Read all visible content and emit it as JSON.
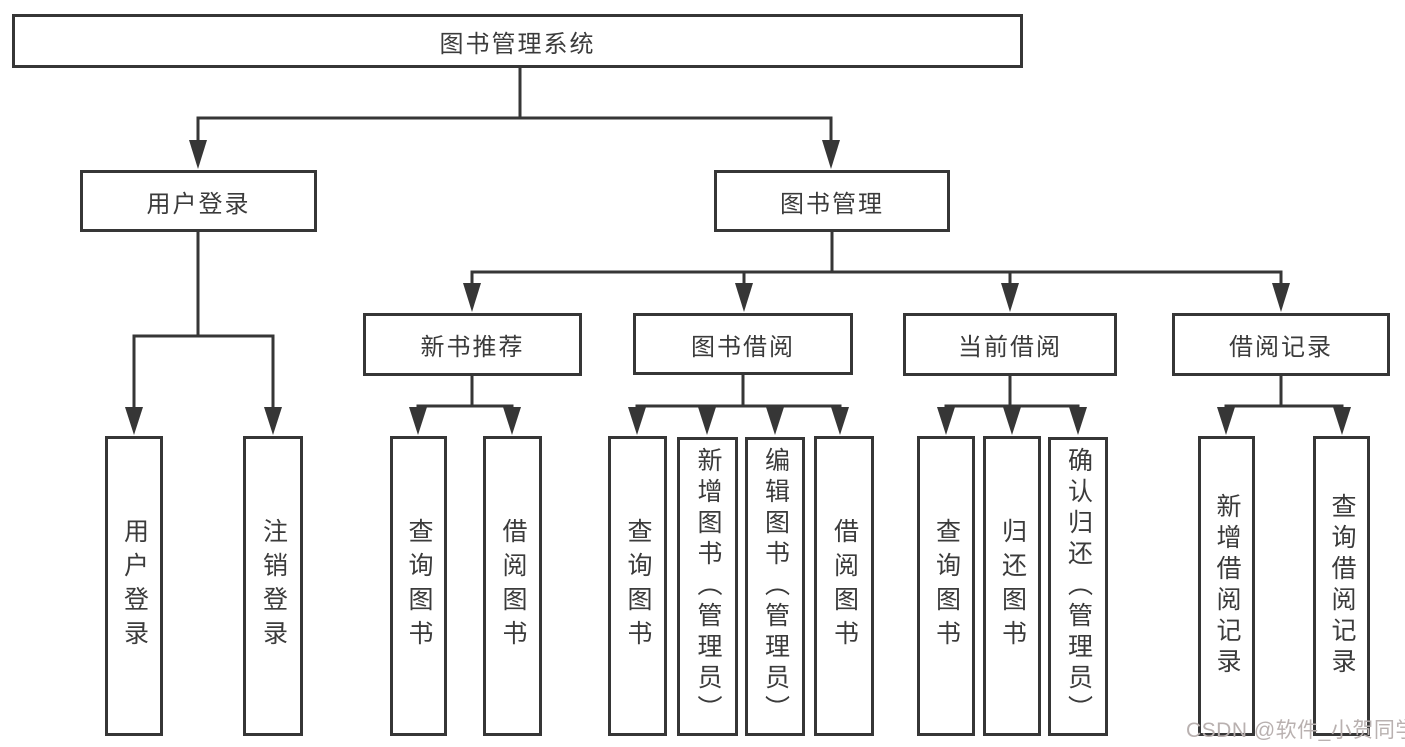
{
  "root": {
    "label": "图书管理系统"
  },
  "level1": [
    {
      "label": "用户登录"
    },
    {
      "label": "图书管理"
    }
  ],
  "level2": [
    {
      "label": "新书推荐"
    },
    {
      "label": "图书借阅"
    },
    {
      "label": "当前借阅"
    },
    {
      "label": "借阅记录"
    }
  ],
  "leaves": {
    "userLogin": [
      {
        "label": "用户登录"
      },
      {
        "label": "注销登录"
      }
    ],
    "newBook": [
      {
        "label": "查询图书"
      },
      {
        "label": "借阅图书"
      }
    ],
    "borrow": [
      {
        "label": "查询图书"
      },
      {
        "label": "新增图书（管理员）"
      },
      {
        "label": "编辑图书（管理员）"
      },
      {
        "label": "借阅图书"
      }
    ],
    "current": [
      {
        "label": "查询图书"
      },
      {
        "label": "归还图书"
      },
      {
        "label": "确认归还（管理员）"
      }
    ],
    "record": [
      {
        "label": "新增借阅记录"
      },
      {
        "label": "查询借阅记录"
      }
    ]
  },
  "watermark": {
    "text": "CSDN @软件_小贺同学"
  },
  "colors": {
    "line": "#363636",
    "border": "#363636",
    "text": "#3b3b3b",
    "watermark_text": "#b9b1b0",
    "background": "#ffffff"
  }
}
